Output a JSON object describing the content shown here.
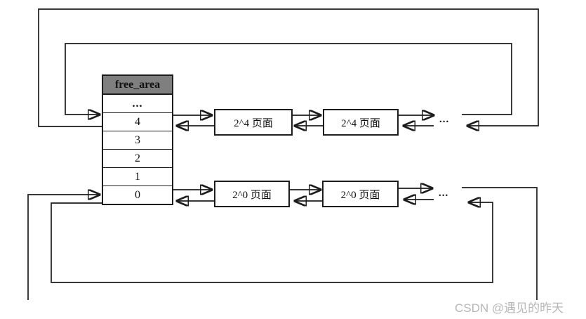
{
  "diagram": {
    "free_area_table": {
      "header": "free_area",
      "rows": [
        "...",
        "4",
        "3",
        "2",
        "1",
        "0"
      ]
    },
    "chain_order4": {
      "node1": "2^4 页面",
      "node2": "2^4 页面",
      "ellipsis": "..."
    },
    "chain_order0": {
      "node1": "2^0 页面",
      "node2": "2^0 页面",
      "ellipsis": "..."
    },
    "watermark": "CSDN @遇见的昨天"
  },
  "colors": {
    "background": "#ffffff",
    "line": "#1c1c1c",
    "table_header_bg": "#7f7f7f",
    "box_bg": "#ffffff",
    "text": "#111111",
    "watermark_text": "#b7b7b7"
  }
}
